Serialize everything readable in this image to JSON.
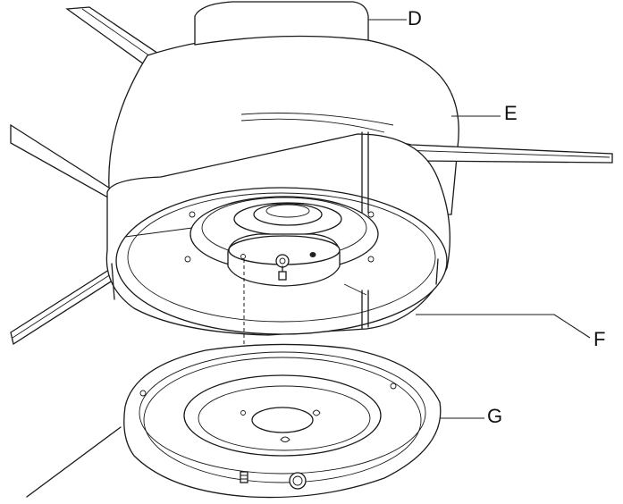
{
  "labels": {
    "d": "D",
    "e": "E",
    "f": "F",
    "g": "G"
  },
  "colors": {
    "line": "#1a1a1a",
    "background": "#ffffff"
  }
}
